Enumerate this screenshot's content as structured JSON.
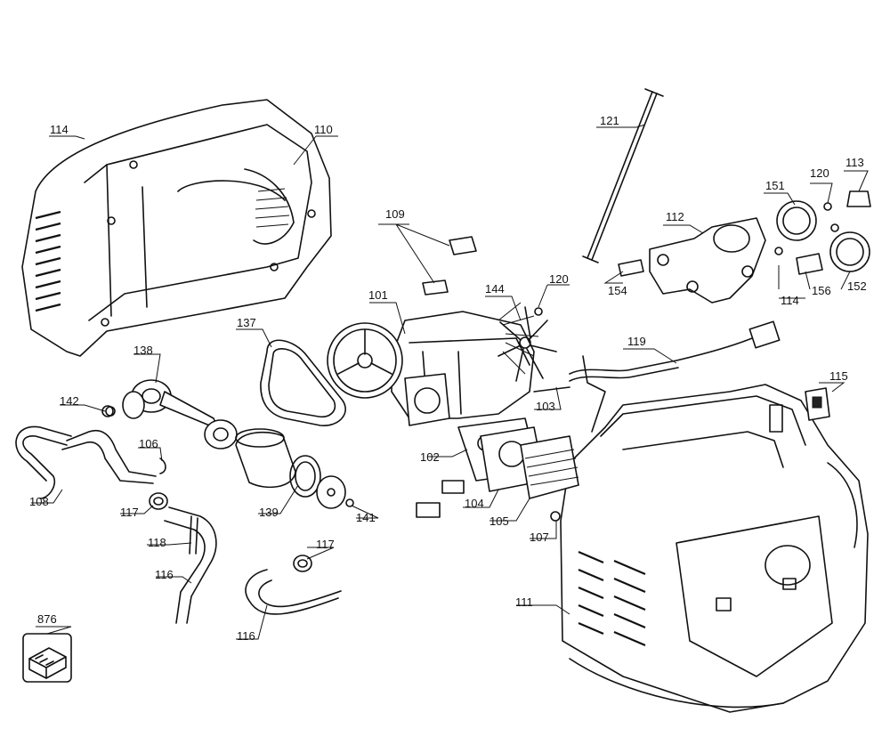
{
  "diagram": {
    "labels": {
      "p101": "101",
      "p102": "102",
      "p103": "103",
      "p104": "104",
      "p105": "105",
      "p106": "106",
      "p107": "107",
      "p108": "108",
      "p109": "109",
      "p110": "110",
      "p111": "111",
      "p112": "112",
      "p113": "113",
      "p114a": "114",
      "p114b": "114",
      "p115": "115",
      "p116a": "116",
      "p116b": "116",
      "p117a": "117",
      "p117b": "117",
      "p118": "118",
      "p119": "119",
      "p120a": "120",
      "p120b": "120",
      "p121": "121",
      "p137": "137",
      "p138": "138",
      "p139": "139",
      "p141": "141",
      "p142": "142",
      "p144": "144",
      "p151": "151",
      "p152": "152",
      "p154": "154",
      "p156": "156",
      "p876": "876"
    }
  }
}
